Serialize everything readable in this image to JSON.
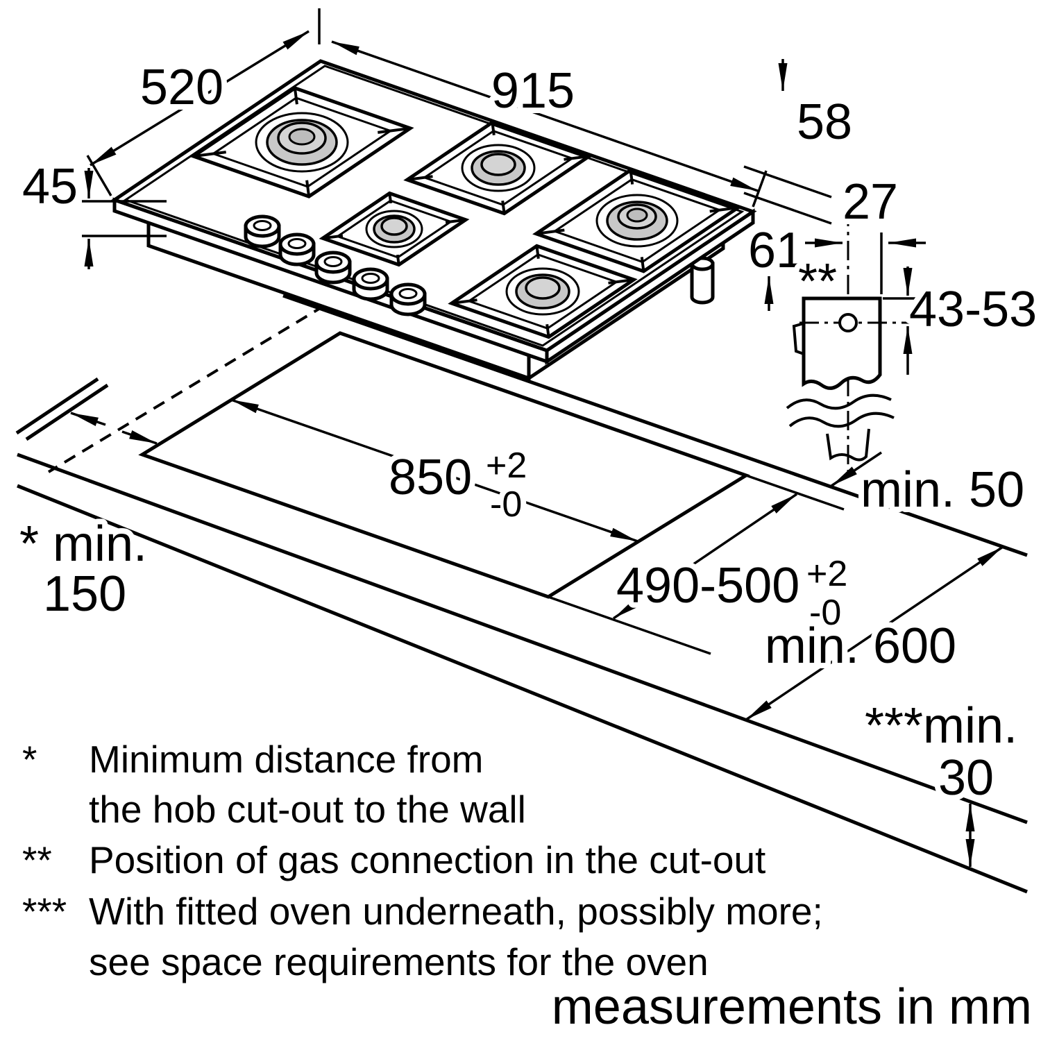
{
  "labels": {
    "depth": "520",
    "height": "45",
    "width": "915",
    "builtin_height": "58",
    "gas_offset": "27",
    "total_height": "61",
    "gas_marker": "**",
    "gas_height": "43-53",
    "cutout_width": "850",
    "cutout_width_sup": "+2",
    "cutout_width_sub": "-0",
    "cutout_depth": "490-500",
    "cutout_depth_sup": "+2",
    "cutout_depth_sub": "-0",
    "rear_clearance": "min. 50",
    "wall_clearance_1": "* min.",
    "wall_clearance_2": "150",
    "worktop_depth": "min. 600",
    "oven_clearance_1": "***min.",
    "oven_clearance_2": "30"
  },
  "footnotes": [
    {
      "marker": "*",
      "text": "Minimum distance from"
    },
    {
      "marker": "",
      "text": "the hob cut-out to the wall"
    },
    {
      "marker": "**",
      "text": "Position of gas connection in the cut-out"
    },
    {
      "marker": "***",
      "text": "With fitted oven underneath, possibly more;"
    },
    {
      "marker": "",
      "text": "see space requirements for the oven"
    }
  ],
  "footer": "measurements in mm"
}
